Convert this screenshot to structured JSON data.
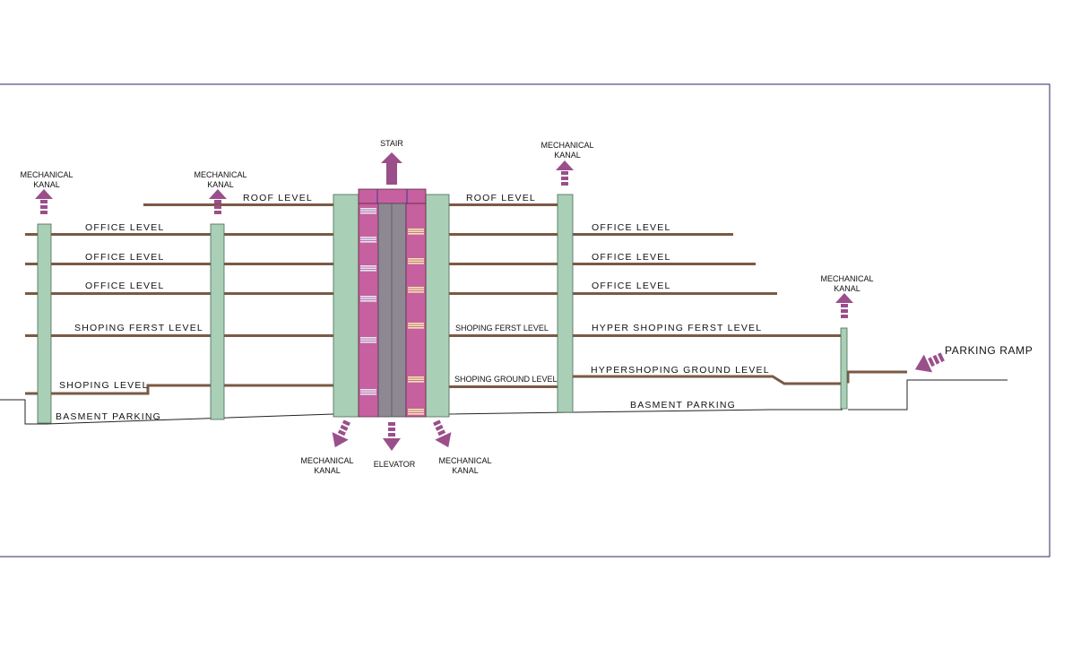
{
  "labels": {
    "roof_left": "ROOF LEVEL",
    "roof_right": "ROOF LEVEL",
    "office_left_1": "OFFICE LEVEL",
    "office_left_2": "OFFICE LEVEL",
    "office_left_3": "OFFICE LEVEL",
    "office_right_1": "OFFICE LEVEL",
    "office_right_2": "OFFICE LEVEL",
    "office_right_3": "OFFICE LEVEL",
    "shoping_first_left": "SHOPING FERST LEVEL",
    "shoping_first_mid": "SHOPING FERST LEVEL",
    "hyper_shoping_first": "HYPER SHOPING FERST LEVEL",
    "shoping_level": "SHOPING LEVEL",
    "shoping_ground_mid": "SHOPING GROUND LEVEL",
    "hyper_shoping_ground": "HYPERSHOPING GROUND LEVEL",
    "basement_left": "BASMENT PARKING",
    "basement_right": "BASMENT PARKING",
    "parking_ramp": "PARKING RAMP",
    "stair": "STAIR",
    "elevator": "ELEVATOR"
  },
  "kanal_labels": {
    "line1": "MECHANICAL",
    "line2": "KANAL"
  },
  "colors": {
    "frame": "#2a2a6a",
    "column": "#a9cfb6",
    "stair_core": "#c7609e",
    "elevator_core": "#8e8893",
    "arrow": "#9a4f8b",
    "slab": "#7a5a44"
  }
}
